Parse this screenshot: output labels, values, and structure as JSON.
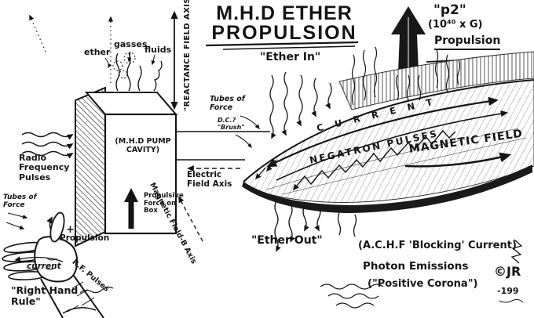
{
  "title": {
    "line1": "M.H.D ETHER",
    "line2": "PROPULSION"
  },
  "top_right": {
    "p2": "\"p2\"",
    "gain": "(10⁴⁰ x G)",
    "propulsion": "Propulsion"
  },
  "disc": {
    "ether_in": "\"Ether In\"",
    "tubes_of_force": "Tubes of Force",
    "dc_brush": "D.C.? \"Brush\"",
    "current": "CURRENT",
    "negatron_pulses": "NEGATRON PULSES",
    "magnetic_field": "MAGNETIC FIELD",
    "ether_out": "\"Ether Out\""
  },
  "box": {
    "cavity": "(M.H.D PUMP CAVITY)",
    "propulsive_force": "Propulsive Force on Box",
    "ether": "ether",
    "gasses": "gasses",
    "fluids": "fluids"
  },
  "axes": {
    "reactance": "\"REACTANCE FIELD AXIS\"",
    "electric": "Electric Field Axis",
    "magnetic": "Magnetic Field-B Axis"
  },
  "left": {
    "radio_frequency_pulses": "Radio Frequency Pulses",
    "tubes_of_force": "Tubes of Force",
    "plus": "+",
    "propulsion": "Propulsion"
  },
  "hand": {
    "current": "current",
    "rf_pulses": "R.F. Pulses",
    "rule": "\"Right Hand Rule\""
  },
  "bottom_right": {
    "blocking": "(A.C.H.F 'Blocking' Current)",
    "photon": "Photon Emissions",
    "corona": "(\"Positive Corona\")"
  },
  "signature": {
    "mark": "©JR",
    "year": "-199"
  }
}
